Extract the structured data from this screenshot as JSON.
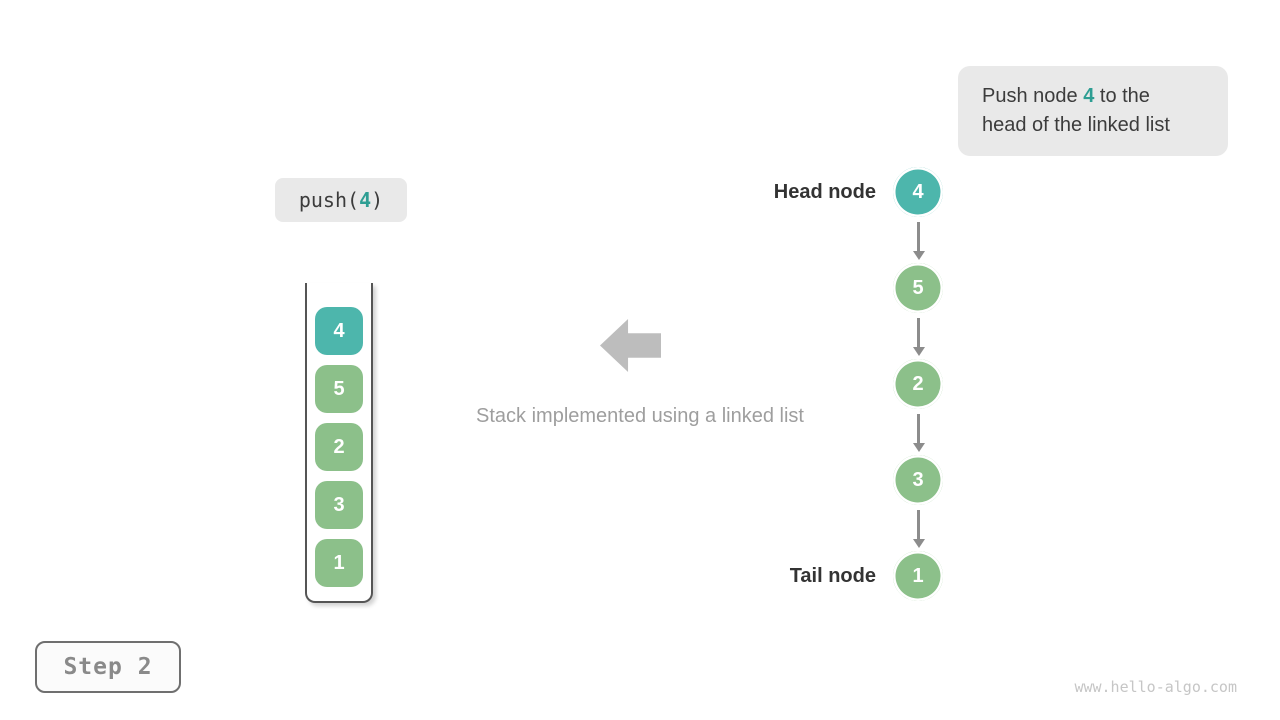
{
  "colors": {
    "teal": "#4db6ac",
    "green": "#8cc08a",
    "accent": "#2e9e93",
    "arrow-gray": "#8c8c8c",
    "block-arrow": "#bdbdbd",
    "text-gray": "#9e9e9e"
  },
  "callout": {
    "prefix": "Push node ",
    "highlight": "4",
    "suffix": " to the",
    "line2": "head of the linked list"
  },
  "operation": {
    "prefix": "push(",
    "arg": "4",
    "suffix": ")"
  },
  "stack": {
    "caption": "Stack implemented using a linked list",
    "items": [
      {
        "value": "4",
        "color": "teal"
      },
      {
        "value": "5",
        "color": "green"
      },
      {
        "value": "2",
        "color": "green"
      },
      {
        "value": "3",
        "color": "green"
      },
      {
        "value": "1",
        "color": "green"
      }
    ]
  },
  "linked_list": {
    "head_label": "Head node",
    "tail_label": "Tail node",
    "nodes": [
      {
        "value": "4",
        "color": "teal"
      },
      {
        "value": "5",
        "color": "green"
      },
      {
        "value": "2",
        "color": "green"
      },
      {
        "value": "3",
        "color": "green"
      },
      {
        "value": "1",
        "color": "green"
      }
    ]
  },
  "step_badge": "Step 2",
  "watermark": "www.hello-algo.com"
}
